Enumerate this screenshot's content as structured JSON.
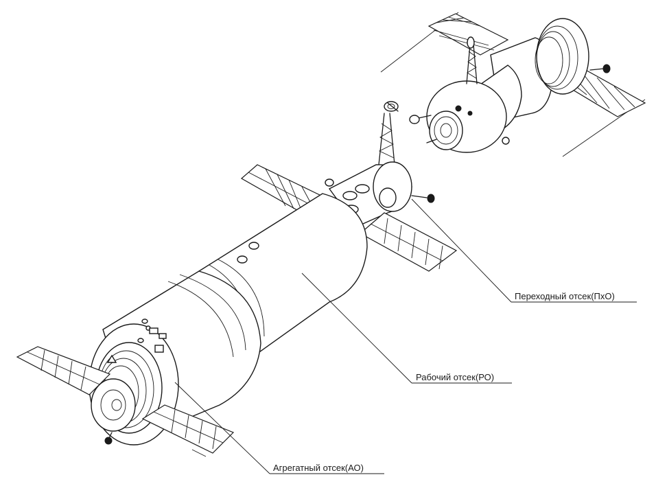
{
  "labels": {
    "transfer": "Переходный отсек(ПхО)",
    "work": "Рабочий отсек(РО)",
    "aggregate": "Агрегатный отсек(АО)"
  },
  "colors": {
    "ink": "#1a1a1a",
    "background": "#ffffff"
  }
}
